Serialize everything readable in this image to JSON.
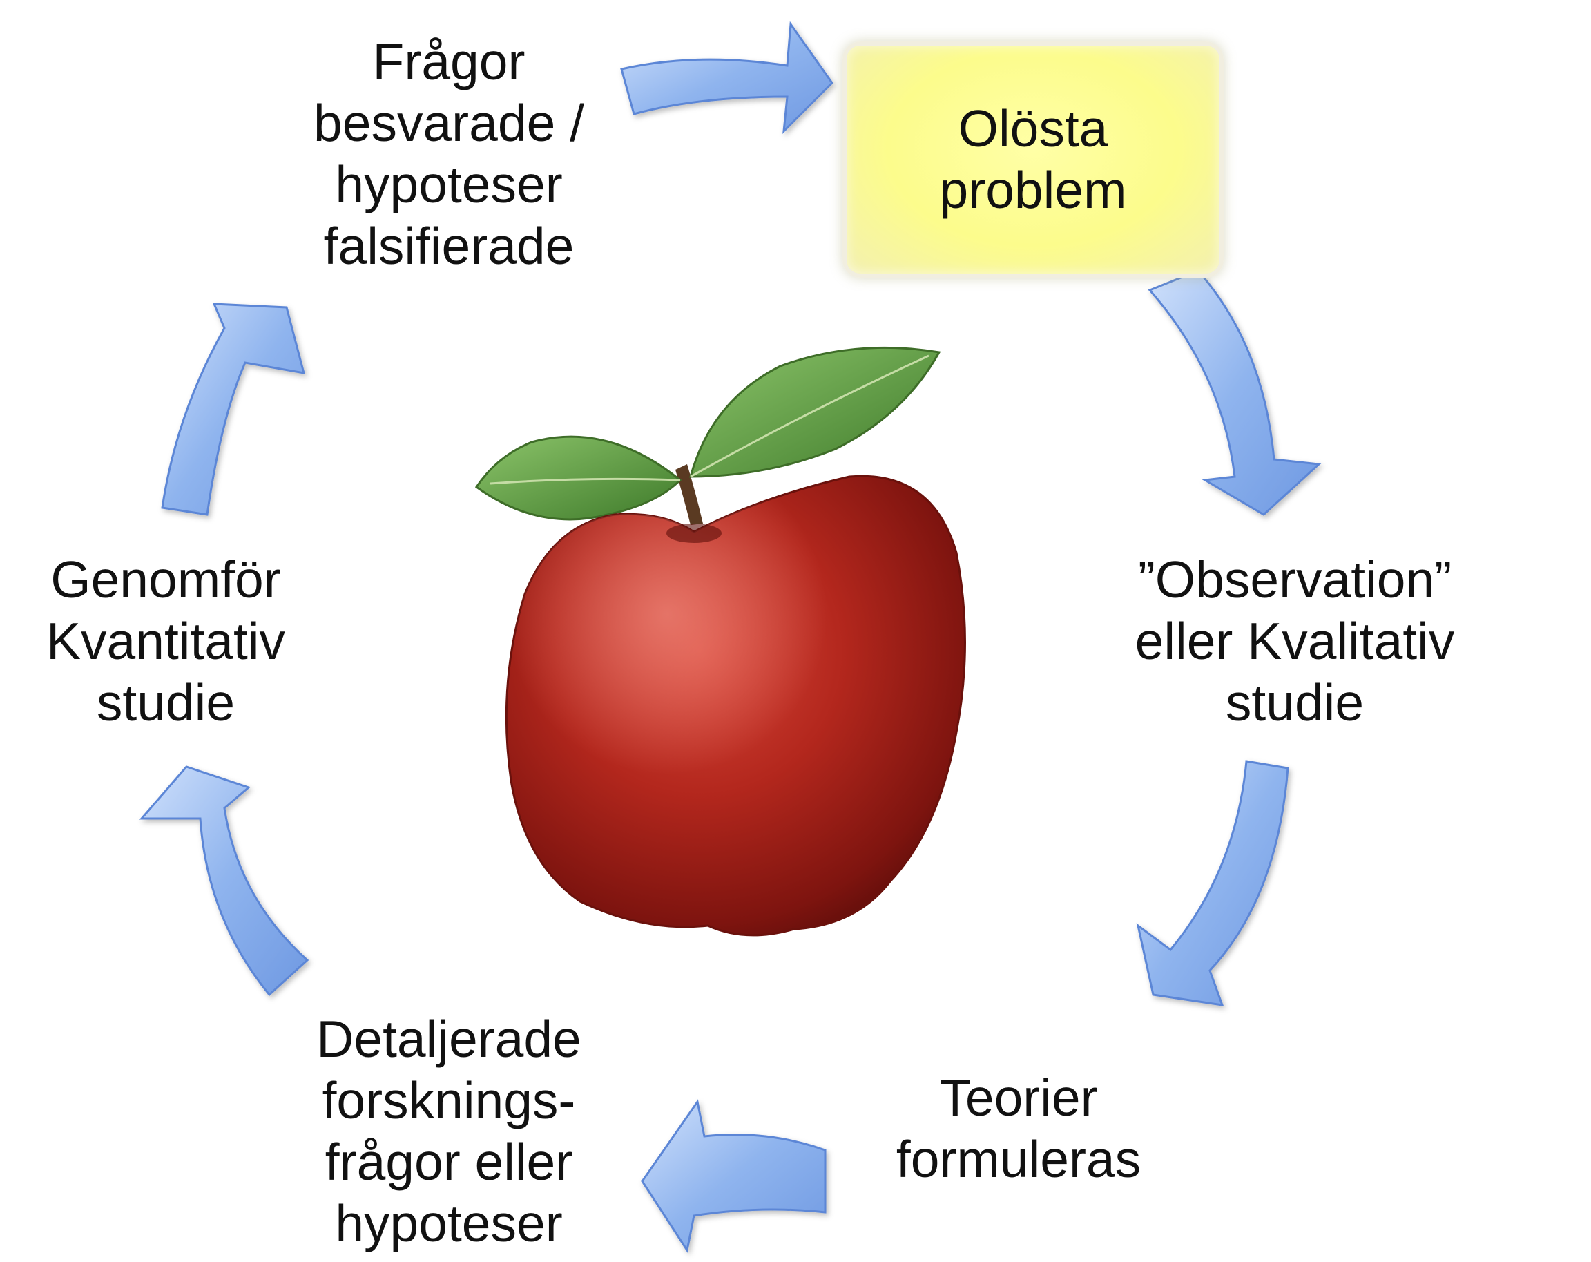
{
  "nodes": {
    "unsolved": "Olösta\nproblem",
    "observation": "”Observation”\neller Kvalitativ\nstudie",
    "theories": "Teorier\nformuleras",
    "detailed": "Detaljerade\nforsknings-\nfrågor eller\nhypoteser",
    "quantitative": "Genomför\nKvantitativ\nstudie",
    "answered": "Frågor\nbesvarade /\nhypoteser\nfalsifierade"
  },
  "colors": {
    "arrow_fill": "#8fb4ee",
    "arrow_edge": "#5b86d6",
    "box_fill": "#fcfc8c",
    "apple_red": "#b3271d",
    "leaf_green": "#5f9e3f"
  },
  "icons": {
    "center_image": "red-apple-icon"
  }
}
